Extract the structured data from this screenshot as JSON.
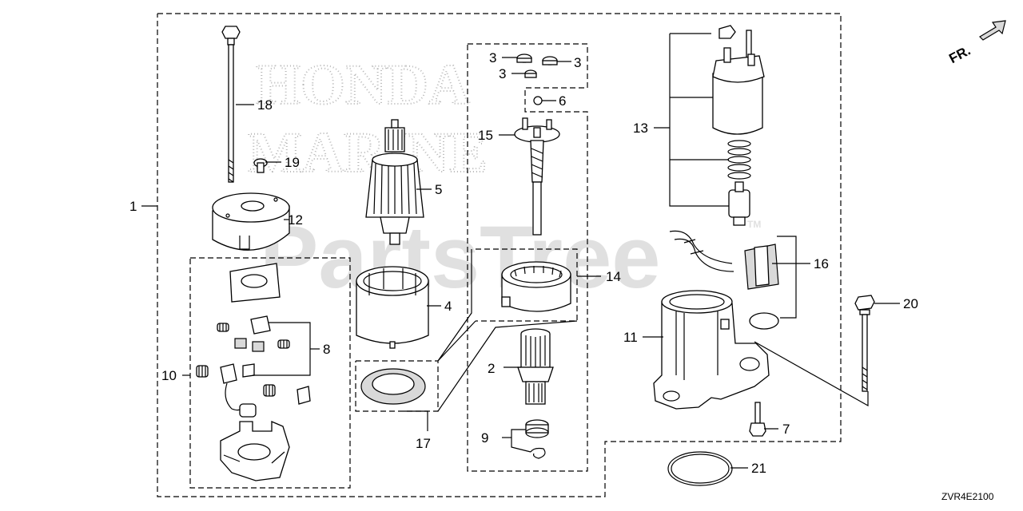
{
  "watermark": {
    "brand_top": "HONDA",
    "brand_bottom": "MARINE",
    "site": "PartsTree",
    "tm": "TM"
  },
  "direction_label": "FR.",
  "diagram_code": "ZVR4E2100",
  "callouts": {
    "c1": "1",
    "c2": "2",
    "c3a": "3",
    "c3b": "3",
    "c3c": "3",
    "c4": "4",
    "c5": "5",
    "c6": "6",
    "c7": "7",
    "c8": "8",
    "c9": "9",
    "c10": "10",
    "c11": "11",
    "c12": "12",
    "c13": "13",
    "c14": "14",
    "c15": "15",
    "c16": "16",
    "c17": "17",
    "c18": "18",
    "c19": "19",
    "c20": "20",
    "c21": "21"
  }
}
